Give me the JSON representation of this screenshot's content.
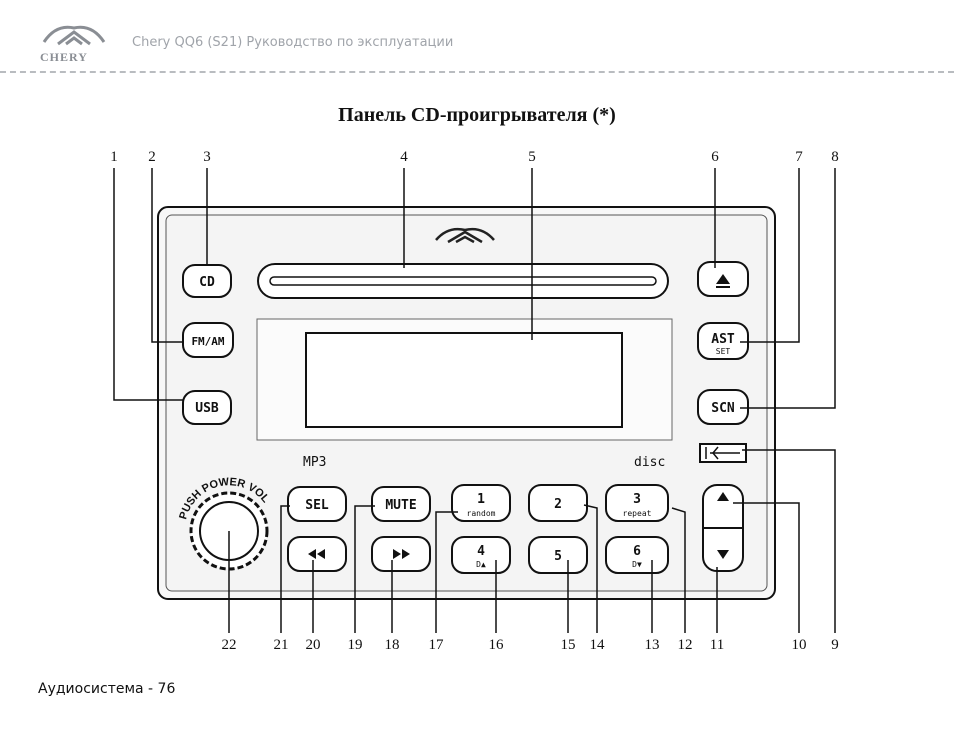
{
  "header": {
    "logo_text": "CHERY",
    "doc_title": "Chery QQ6 (S21)  Руководство по эксплуатации"
  },
  "title": "Панель CD-проигрывателя (*)",
  "footer": "Аудиосистема - 76",
  "panel": {
    "buttons": {
      "cd": "CD",
      "fm_am": "FM/AM",
      "usb": "USB",
      "ast": "AST",
      "ast_sub": "SET",
      "scn": "SCN",
      "sel": "SEL",
      "mute": "MUTE",
      "preset1": "1",
      "preset1_sub": "random",
      "preset2": "2",
      "preset3": "3",
      "preset3_sub": "repeat",
      "preset4": "4",
      "preset4_sub": "D▲",
      "preset5": "5",
      "preset6": "6",
      "preset6_sub": "D▼"
    },
    "labels": {
      "mp3": "MP3",
      "disc": "disc",
      "knob": "PUSH POWER VOL"
    }
  },
  "callouts": {
    "top": [
      "1",
      "2",
      "3",
      "4",
      "5",
      "6",
      "7",
      "8"
    ],
    "bottom": [
      "22",
      "21",
      "20",
      "19",
      "18",
      "17",
      "16",
      "15",
      "14",
      "13",
      "12",
      "11",
      "10",
      "9"
    ]
  },
  "icons": {
    "eject": "eject-icon",
    "rewind": "rewind-icon",
    "fast_forward": "fast-forward-icon",
    "usb_port": "usb-port-icon",
    "volume_up": "arrow-up-icon",
    "volume_down": "arrow-down-icon",
    "brand_logo": "chery-logo-icon"
  }
}
